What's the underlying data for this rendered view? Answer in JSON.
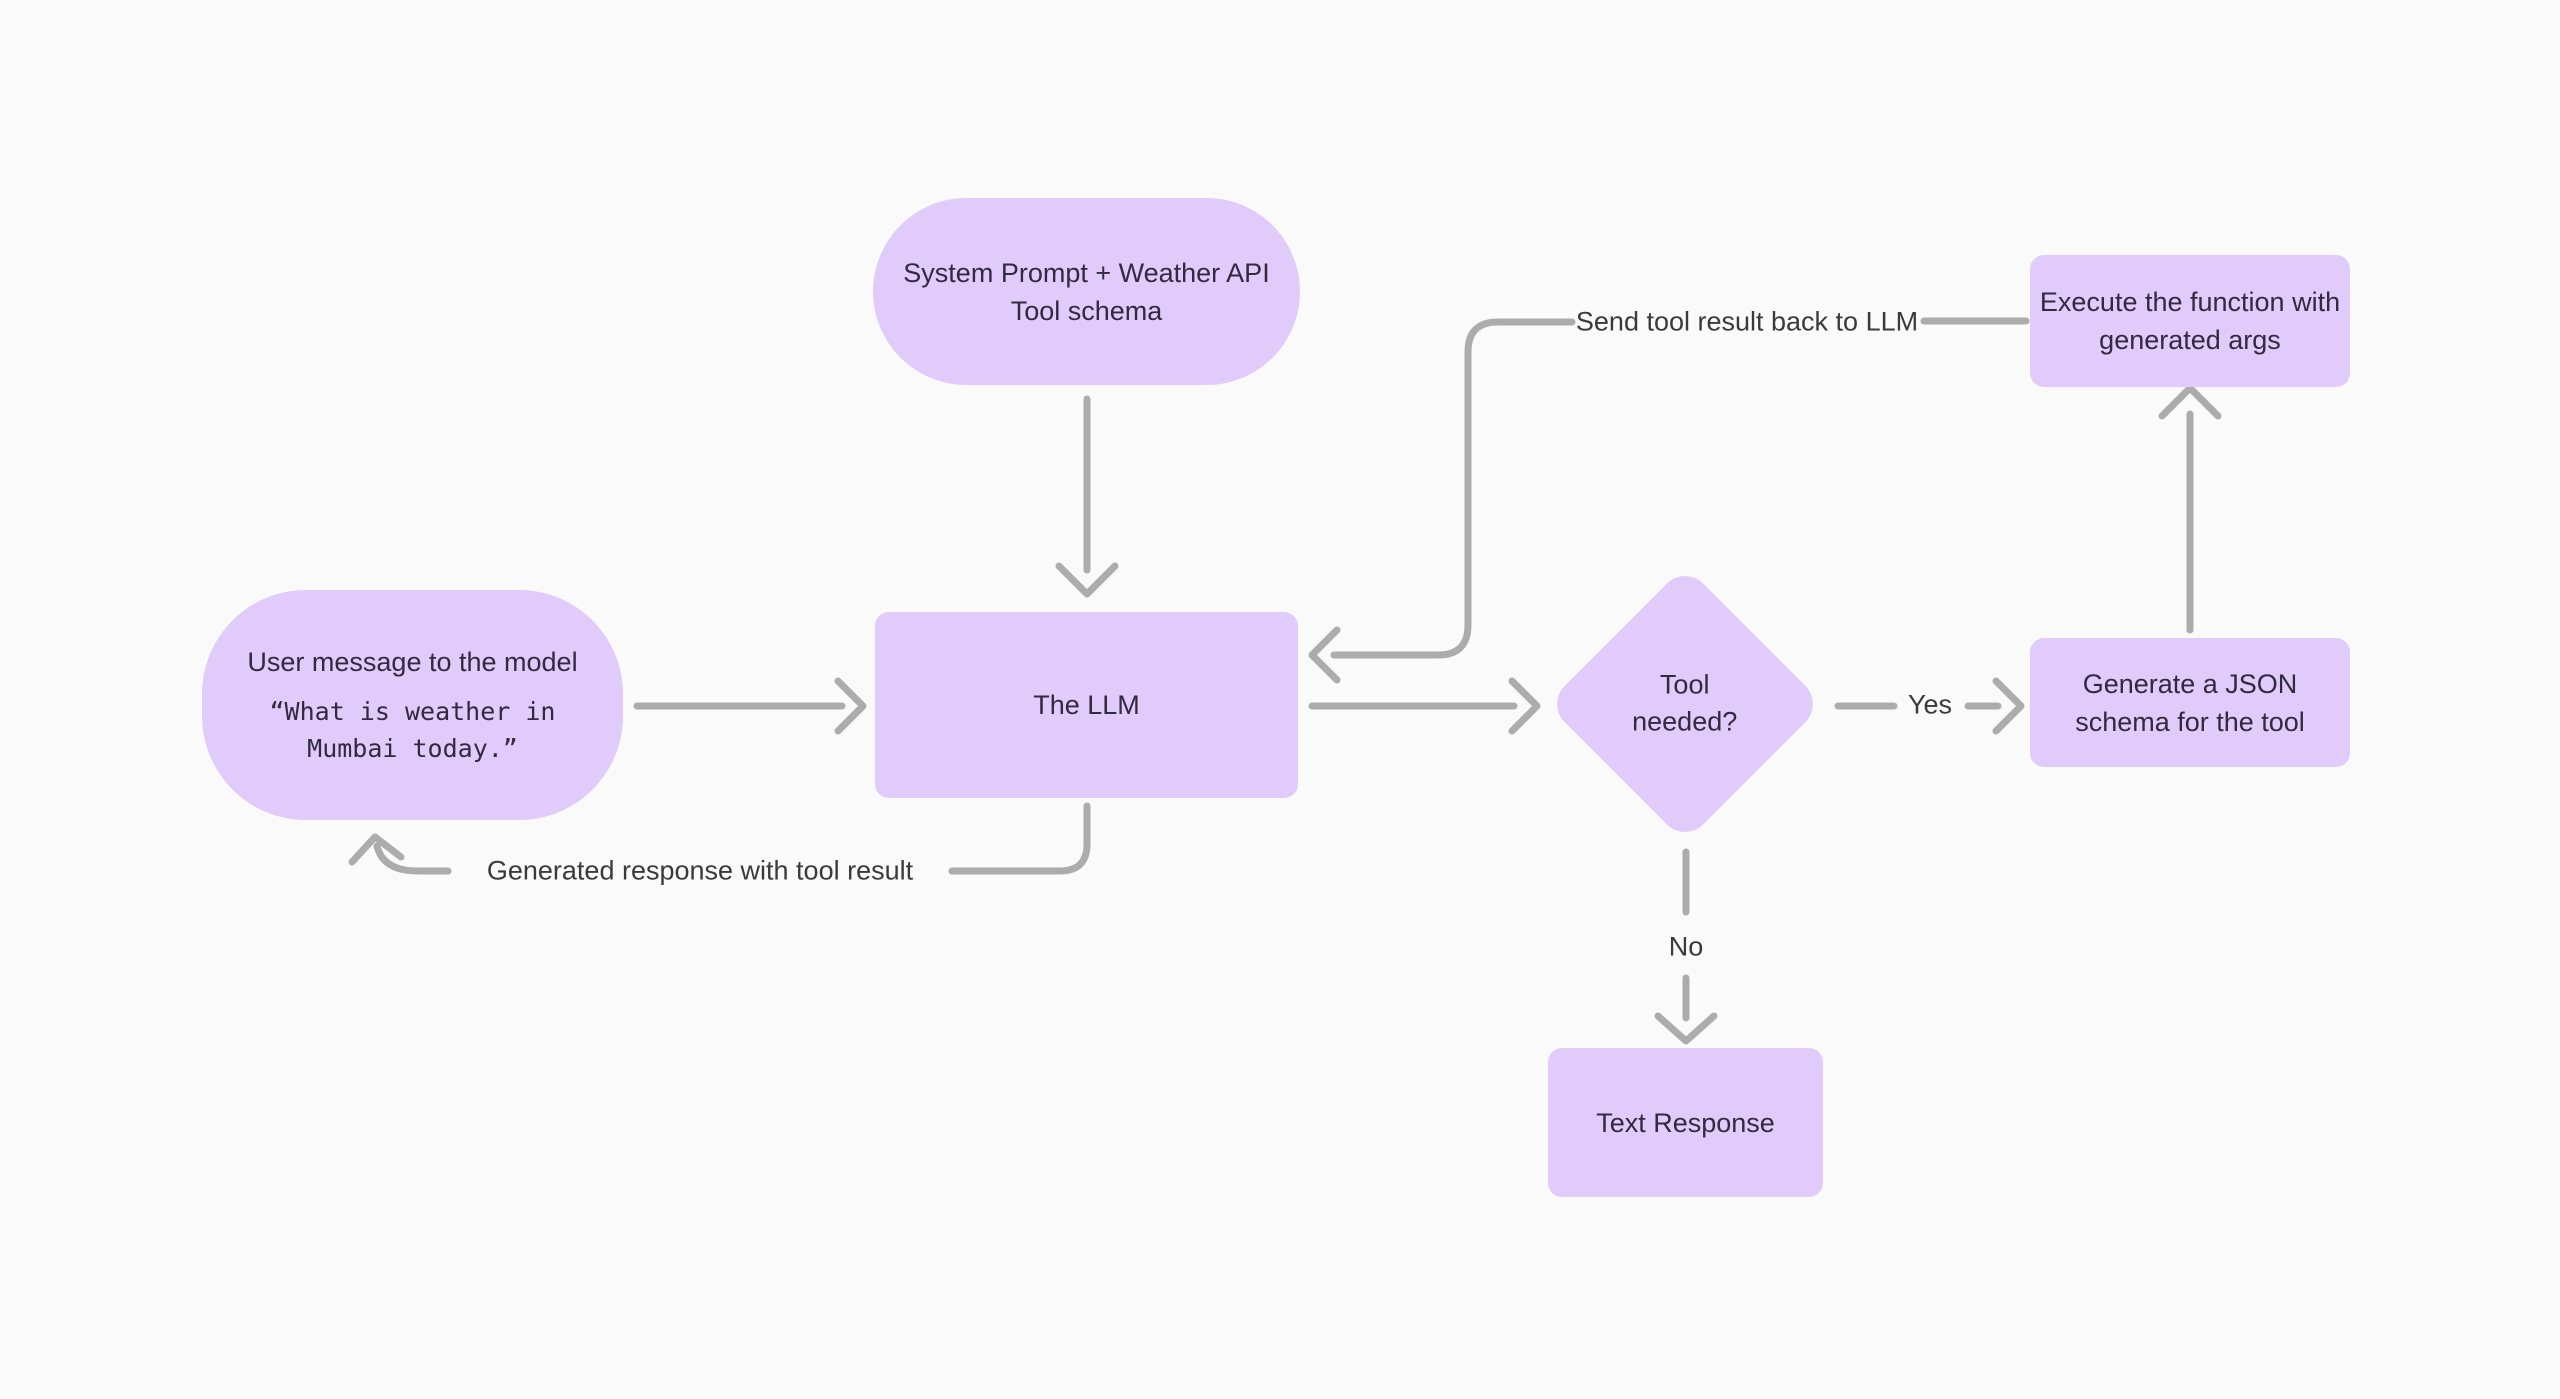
{
  "palette": {
    "background": "#fafafa",
    "node_fill": "#e0cbfa",
    "node_text": "#332940",
    "connector": "#acacac",
    "label_text": "#3a3a3a"
  },
  "nodes": {
    "system_prompt": {
      "line1": "System Prompt + Weather API",
      "line2": "Tool schema"
    },
    "user_message": {
      "title": "User message to the model",
      "quote_line1": "“What is weather in",
      "quote_line2": "Mumbai today.”"
    },
    "llm": {
      "label": "The LLM"
    },
    "tool_needed": {
      "line1": "Tool",
      "line2": "needed?"
    },
    "generate_schema": {
      "line1": "Generate a JSON",
      "line2": "schema for the tool"
    },
    "execute_function": {
      "line1": "Execute the function with",
      "line2": "generated args"
    },
    "text_response": {
      "label": "Text Response"
    }
  },
  "edge_labels": {
    "send_tool_result": "Send tool result back to LLM",
    "generated_response": "Generated response with tool result",
    "yes": "Yes",
    "no": "No"
  }
}
